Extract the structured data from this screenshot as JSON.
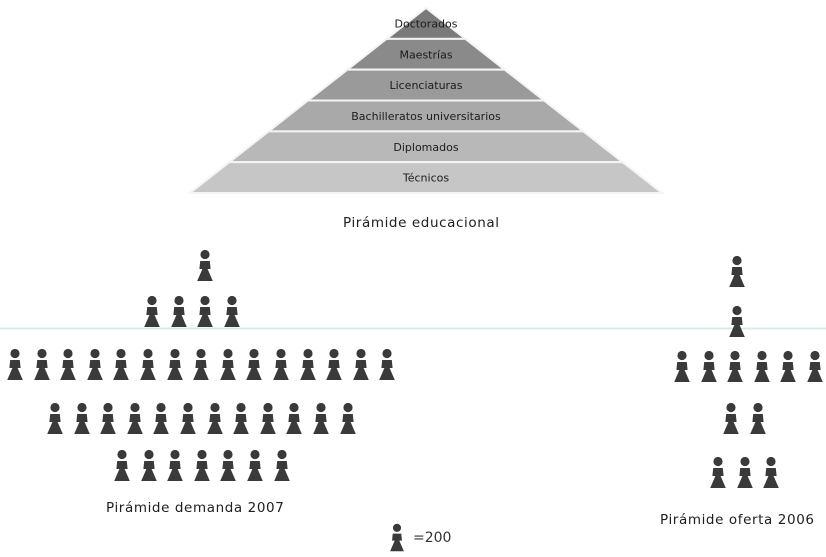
{
  "pyramid": {
    "tiers": [
      {
        "label": "Doctorados"
      },
      {
        "label": "Maestrías"
      },
      {
        "label": "Licenciaturas"
      },
      {
        "label": "Bachilleratos universitarios"
      },
      {
        "label": "Diplomados"
      },
      {
        "label": "Técnicos"
      }
    ],
    "colors": [
      "#7a7a7a",
      "#8a8a8a",
      "#9a9a9a",
      "#a9a9a9",
      "#b8b8b8",
      "#c6c6c6"
    ],
    "caption": "Pirámide educacional"
  },
  "demand": {
    "caption": "Pirámide demanda 2007",
    "rows": [
      1,
      4,
      15,
      12,
      7
    ]
  },
  "supply": {
    "caption": "Pirámide oferta 2006",
    "rows": [
      1,
      1,
      6,
      2,
      3
    ]
  },
  "legend": {
    "value_label": "=200",
    "icon": "person-icon"
  },
  "icon_color": "#3a3a3a"
}
